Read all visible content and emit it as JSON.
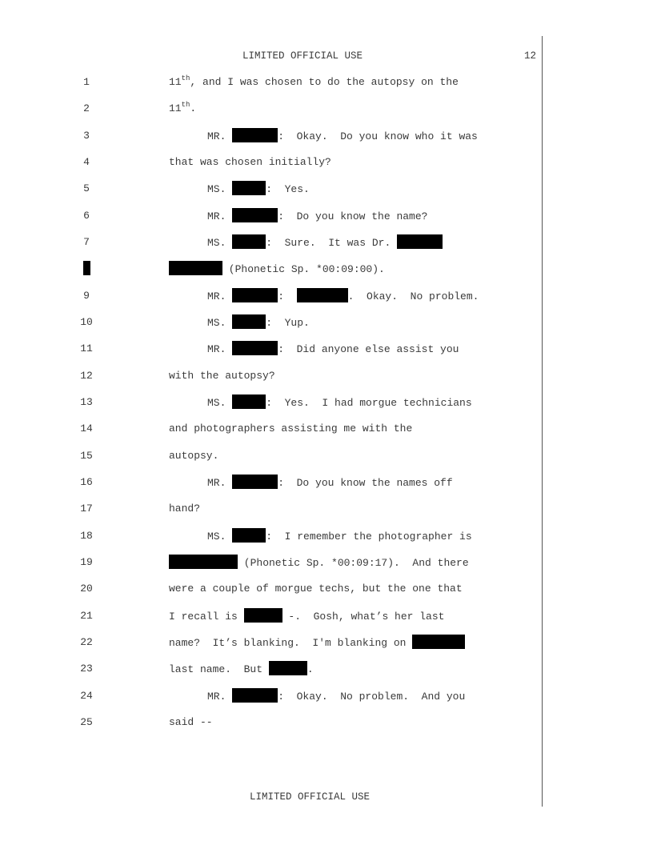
{
  "header": {
    "marking": "LIMITED OFFICIAL USE",
    "page_number": "12"
  },
  "footer": {
    "marking": "LIMITED OFFICIAL USE"
  },
  "lines": [
    {
      "n": "1",
      "t": [
        "11",
        "th",
        ", and I was chosen to do the autopsy on the"
      ]
    },
    {
      "n": "2",
      "t": [
        "11",
        "th",
        "."
      ]
    },
    {
      "n": "3",
      "t": [
        "MR. ",
        ":  Okay.  Do you know who it was"
      ]
    },
    {
      "n": "4",
      "t": [
        "that was chosen initially?"
      ]
    },
    {
      "n": "5",
      "t": [
        "MS. ",
        ":  Yes."
      ]
    },
    {
      "n": "6",
      "t": [
        "MR. ",
        ":  Do you know the name?"
      ]
    },
    {
      "n": "7",
      "t": [
        "MS. ",
        ":  Sure.  It was Dr. "
      ]
    },
    {
      "n": "",
      "t": [
        " (Phonetic Sp. *00:09:00)."
      ]
    },
    {
      "n": "9",
      "t": [
        "MR. ",
        ":  ",
        ".  Okay.  No problem."
      ]
    },
    {
      "n": "10",
      "t": [
        "MS. ",
        ":  Yup."
      ]
    },
    {
      "n": "11",
      "t": [
        "MR. ",
        ":  Did anyone else assist you"
      ]
    },
    {
      "n": "12",
      "t": [
        "with the autopsy?"
      ]
    },
    {
      "n": "13",
      "t": [
        "MS. ",
        ":  Yes.  I had morgue technicians"
      ]
    },
    {
      "n": "14",
      "t": [
        "and photographers assisting me with the"
      ]
    },
    {
      "n": "15",
      "t": [
        "autopsy."
      ]
    },
    {
      "n": "16",
      "t": [
        "MR. ",
        ":  Do you know the names off"
      ]
    },
    {
      "n": "17",
      "t": [
        "hand?"
      ]
    },
    {
      "n": "18",
      "t": [
        "MS. ",
        ":  I remember the photographer is"
      ]
    },
    {
      "n": "19",
      "t": [
        " (Phonetic Sp. *00:09:17).  And there"
      ]
    },
    {
      "n": "20",
      "t": [
        "were a couple of morgue techs, but the one that"
      ]
    },
    {
      "n": "21",
      "t": [
        "I recall is ",
        " -.  Gosh, what’s her last"
      ]
    },
    {
      "n": "22",
      "t": [
        "name?  It’s blanking.  I'm blanking on "
      ]
    },
    {
      "n": "23",
      "t": [
        "last name.  But ",
        "."
      ]
    },
    {
      "n": "24",
      "t": [
        "MR. ",
        ":  Okay.  No problem.  And you"
      ]
    },
    {
      "n": "25",
      "t": [
        "said --"
      ]
    }
  ]
}
